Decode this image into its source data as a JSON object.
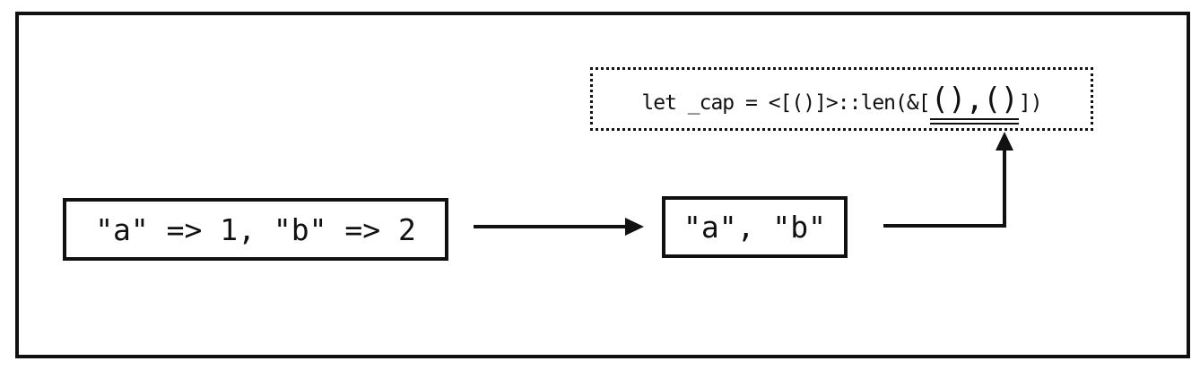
{
  "diagram": {
    "code_box": {
      "code_prefix": "let _cap = <[()]>::len(&[",
      "code_highlight": "(),()",
      "code_suffix": "])"
    },
    "map_entries_box": {
      "label": "\"a\" => 1, \"b\" => 2"
    },
    "keys_box": {
      "label": "\"a\", \"b\""
    },
    "colors": {
      "ink": "#111111",
      "background": "#ffffff"
    }
  }
}
